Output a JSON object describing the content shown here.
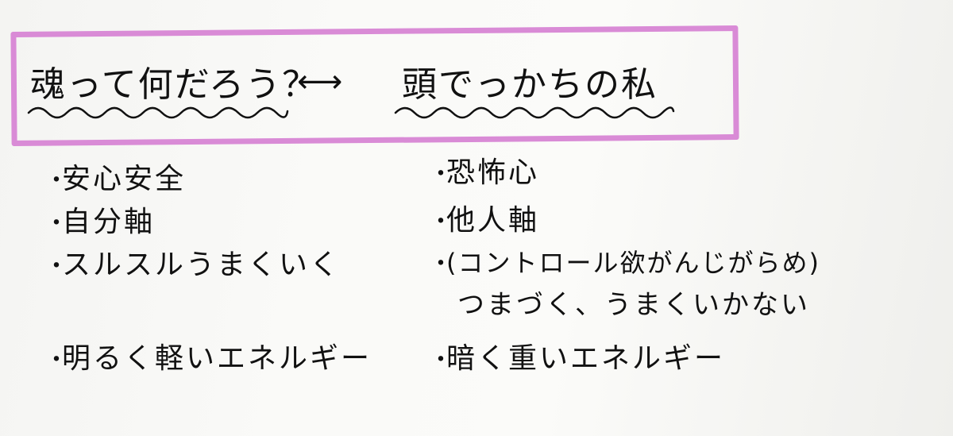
{
  "title": {
    "left": "魂って何だろう？",
    "arrow": "⟷",
    "right": "頭でっかちの私"
  },
  "bullet_glyph": "・",
  "left_items": [
    "安心安全",
    "自分軸",
    "スルスルうまくいく",
    "明るく軽いエネルギー"
  ],
  "right_items": [
    "恐怖心",
    "他人軸",
    "(コントロール欲がんじがらめ)",
    "つまづく、うまくいかない",
    "暗く重いエネルギー"
  ]
}
